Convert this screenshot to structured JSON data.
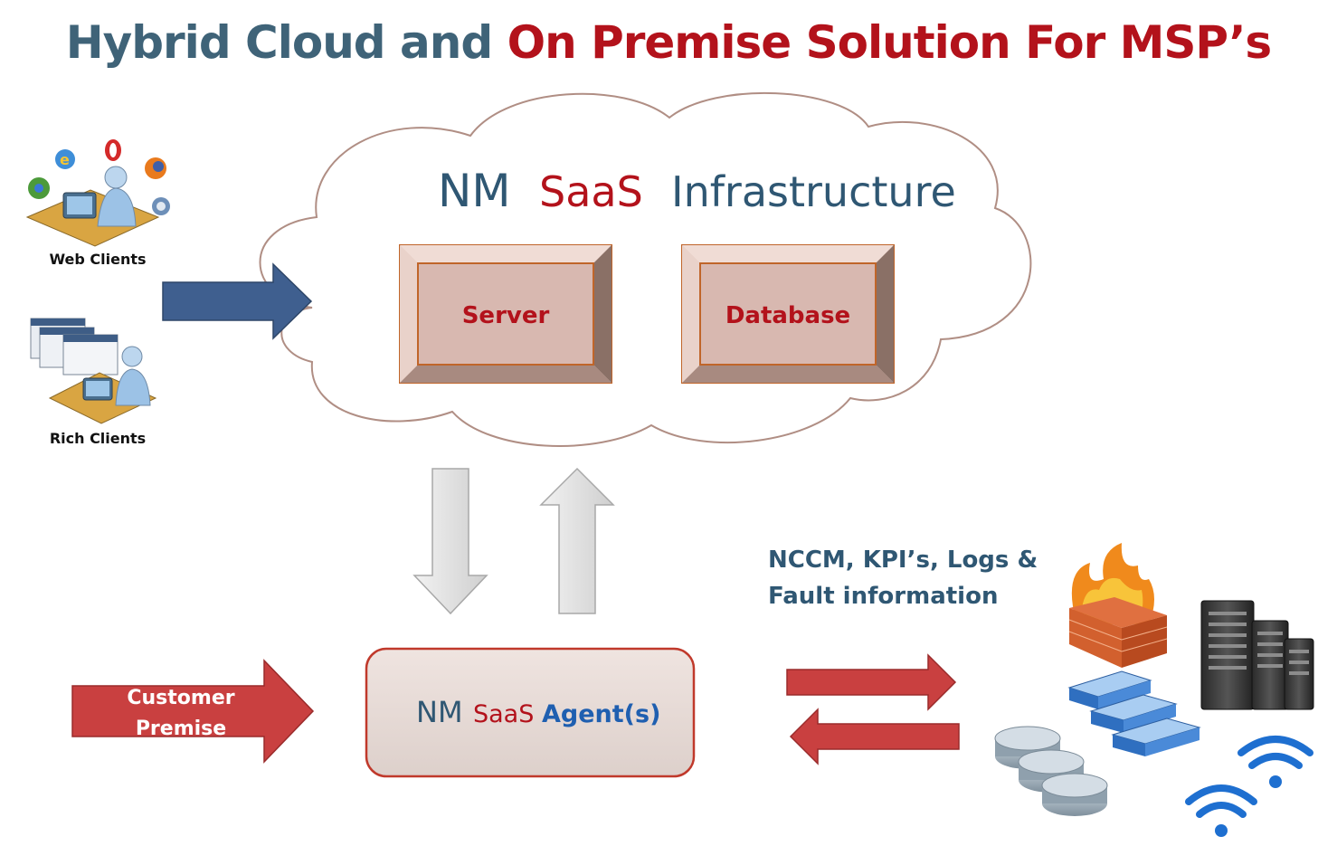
{
  "title": {
    "part1": "Hybrid Cloud and",
    "part2": "On Premise Solution For MSP’s"
  },
  "cloud": {
    "brand_nm": "NM",
    "brand_saas": "SaaS",
    "infrastructure": "Infrastructure",
    "server_label": "Server",
    "database_label": "Database"
  },
  "clients": {
    "web_label": "Web Clients",
    "rich_label": "Rich Clients"
  },
  "agent": {
    "brand_nm": "NM",
    "brand_saas": "SaaS",
    "label": "Agent(s)"
  },
  "customer_premise": {
    "line1": "Customer",
    "line2": "Premise"
  },
  "info": {
    "line1": "NCCM, KPI’s, Logs &",
    "line2": "Fault information"
  },
  "colors": {
    "title_blue": "#3f6378",
    "title_red": "#b3121b",
    "box_fill": "#d8b8b0",
    "box_border": "#c0652a",
    "red_arrow": "#c94040",
    "blue_arrow": "#3f5f8f",
    "agent_border": "#c0392b",
    "info_text": "#2f5773"
  },
  "icons": [
    "browser-icons",
    "web-client-icon",
    "rich-client-icon",
    "firewall-icon",
    "switch-icon",
    "router-icon",
    "server-rack-icon",
    "wifi-icon"
  ]
}
